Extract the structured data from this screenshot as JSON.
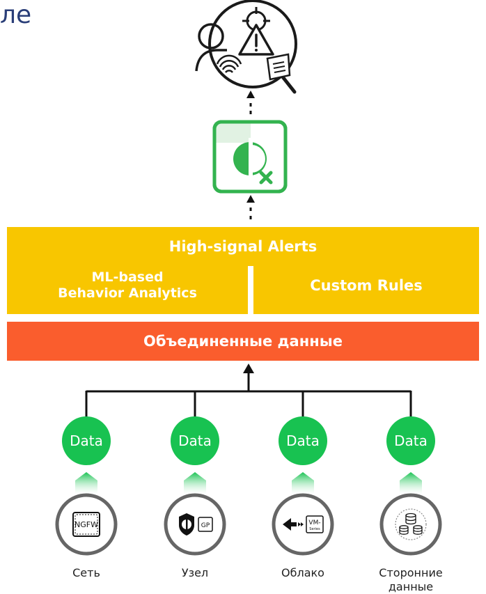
{
  "title_fragment": "ле",
  "bands": {
    "alerts": "High-signal Alerts",
    "ml_line1": "ML-based",
    "ml_line2": "Behavior Analytics",
    "custom_rules": "Custom Rules",
    "unified_data": "Объединенные данные"
  },
  "data_nodes": [
    "Data",
    "Data",
    "Data",
    "Data"
  ],
  "sources": [
    {
      "label": "Сеть",
      "icon": "ngfw-icon",
      "badge": "NGFW"
    },
    {
      "label": "Узел",
      "icon": "cortex-shield-icon",
      "badge": "GP"
    },
    {
      "label": "Облако",
      "icon": "cloud-vm-icon",
      "badge_line1": "VM-",
      "badge_line2": "Series"
    },
    {
      "label": "Сторонние данные",
      "icon": "database-icon"
    }
  ],
  "icons": {
    "top": "threat-investigation-icon",
    "middle": "cortex-xdr-logo"
  },
  "colors": {
    "yellow": "#f8c600",
    "orange": "#fa5d2d",
    "green": "#18c251",
    "title": "#2a3e78"
  }
}
